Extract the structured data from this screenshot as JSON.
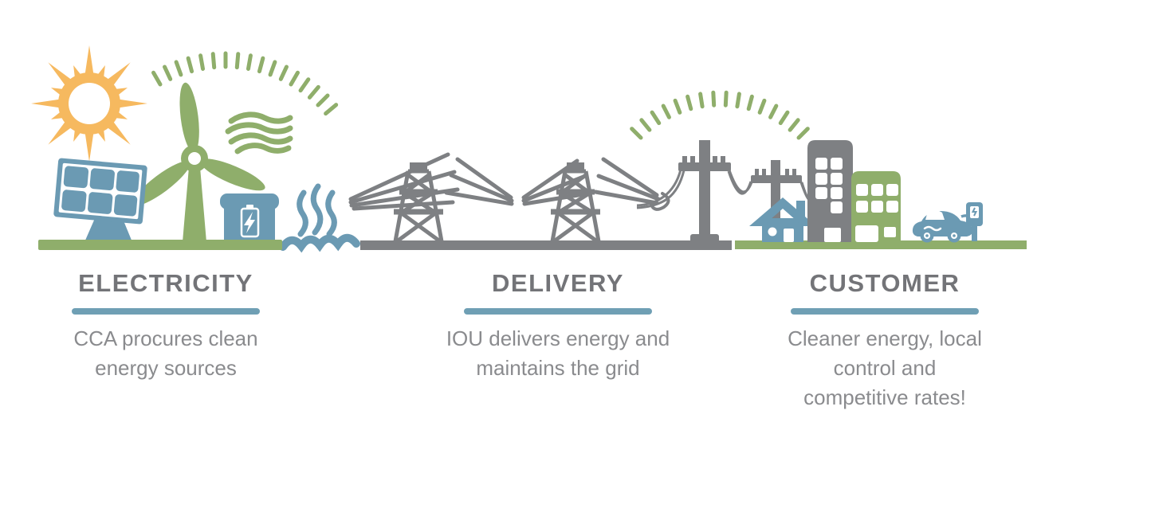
{
  "colors": {
    "orange": "#F6B95F",
    "green": "#8FAE6B",
    "blue": "#6B9AB3",
    "gray": "#7E8083",
    "heading": "#737478",
    "body": "#8A8B8E",
    "underline": "#6F9FB4"
  },
  "sections": [
    {
      "id": "electricity",
      "title": "ELECTRICITY",
      "description": "CCA procures clean energy sources",
      "icons": [
        "sun-icon",
        "energy-arc-icon",
        "wind-turbine-icon",
        "wind-gust-icon",
        "solar-panel-icon",
        "battery-storage-icon",
        "geothermal-steam-icon",
        "water-waves-icon"
      ]
    },
    {
      "id": "delivery",
      "title": "DELIVERY",
      "description": "IOU delivers energy and maintains the grid",
      "icons": [
        "transmission-tower-icon",
        "transmission-rays-icon",
        "utility-pole-icon",
        "power-lines-icon"
      ]
    },
    {
      "id": "customer",
      "title": "CUSTOMER",
      "description": "Cleaner energy, local control and competitive rates!",
      "icons": [
        "energy-arc-icon",
        "house-icon",
        "office-building-icon",
        "apartment-building-icon",
        "electric-car-icon",
        "ev-charger-icon"
      ]
    }
  ]
}
